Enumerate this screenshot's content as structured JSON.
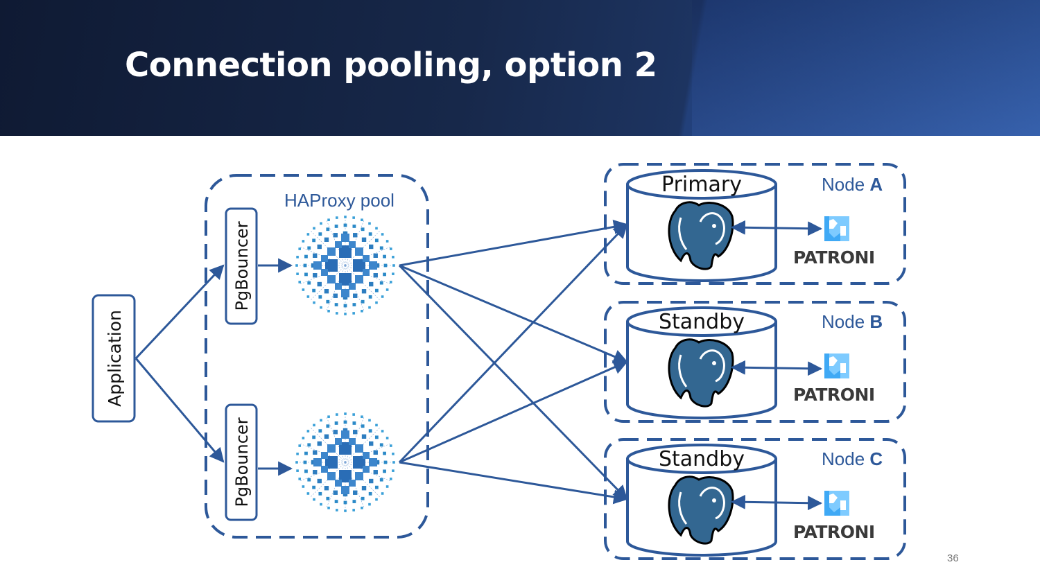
{
  "slide": {
    "title": "Connection pooling, option 2",
    "page_number": "36"
  },
  "diagram": {
    "application_label": "Application",
    "pool_label": "HAProxy pool",
    "pgbouncers": [
      {
        "label": "PgBouncer"
      },
      {
        "label": "PgBouncer"
      }
    ],
    "nodes": [
      {
        "name_prefix": "Node ",
        "name_letter": "A",
        "db_label": "Primary",
        "ha_label": "PATRONI"
      },
      {
        "name_prefix": "Node ",
        "name_letter": "B",
        "db_label": "Standby",
        "ha_label": "PATRONI"
      },
      {
        "name_prefix": "Node ",
        "name_letter": "C",
        "db_label": "Standby",
        "ha_label": "PATRONI"
      }
    ]
  },
  "colors": {
    "stroke": "#2d5899",
    "elephant": "#336791",
    "patroni_icon": "#3fa9f5"
  }
}
